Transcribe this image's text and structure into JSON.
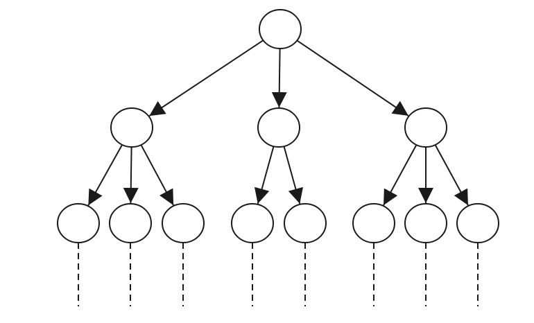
{
  "diagram": {
    "type": "tree",
    "colors": {
      "background": "#ffffff",
      "stroke": "#1a1a1a",
      "node_fill": "#ffffff"
    },
    "nodes": [
      {
        "id": "n0",
        "level": 0
      },
      {
        "id": "n1",
        "level": 1,
        "parent": "n0"
      },
      {
        "id": "n2",
        "level": 1,
        "parent": "n0"
      },
      {
        "id": "n3",
        "level": 1,
        "parent": "n0"
      },
      {
        "id": "n1a",
        "level": 2,
        "parent": "n1",
        "continues": true
      },
      {
        "id": "n1b",
        "level": 2,
        "parent": "n1",
        "continues": true
      },
      {
        "id": "n1c",
        "level": 2,
        "parent": "n1",
        "continues": true
      },
      {
        "id": "n2a",
        "level": 2,
        "parent": "n2",
        "continues": true
      },
      {
        "id": "n2b",
        "level": 2,
        "parent": "n2",
        "continues": true
      },
      {
        "id": "n3a",
        "level": 2,
        "parent": "n3",
        "continues": true
      },
      {
        "id": "n3b",
        "level": 2,
        "parent": "n3",
        "continues": true
      },
      {
        "id": "n3c",
        "level": 2,
        "parent": "n3",
        "continues": true
      }
    ]
  }
}
